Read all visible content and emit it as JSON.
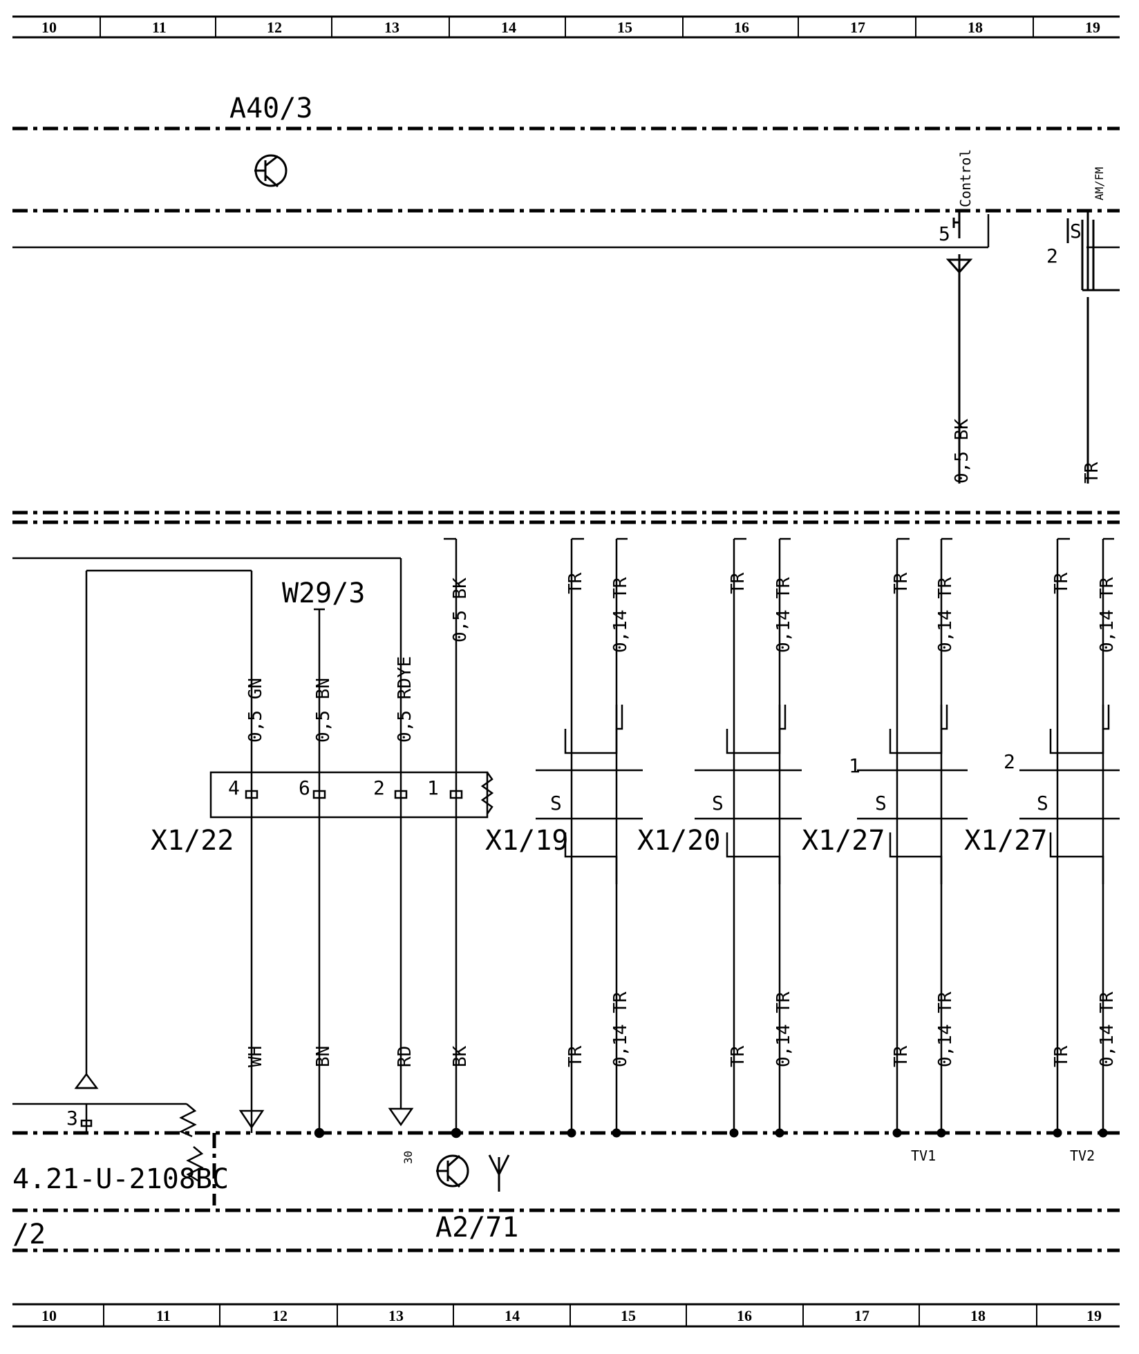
{
  "ruler_top": [
    "10",
    "11",
    "12",
    "13",
    "14",
    "15",
    "16",
    "17",
    "18",
    "19"
  ],
  "ruler_bottom": [
    "10",
    "11",
    "12",
    "13",
    "14",
    "15",
    "16",
    "17",
    "18",
    "19"
  ],
  "components": {
    "a40_3": "A40/3",
    "w29_3": "W29/3",
    "a2_71": "A2/71",
    "left_part": "4.21-U-2108BC",
    "left_ref": "/2"
  },
  "connectors": {
    "x1_22": "X1/22",
    "x1_19": "X1/19",
    "x1_20": "X1/20",
    "x1_27a": "X1/27",
    "x1_27b": "X1/27"
  },
  "labels": {
    "control": "Control",
    "amfm": "AM/FM",
    "tv1": "TV1",
    "tv2": "TV2",
    "pin30": "30",
    "shield": "S"
  },
  "pins": {
    "p5": "5",
    "p2_top": "2",
    "p4": "4",
    "p6": "6",
    "p2": "2",
    "p1": "1",
    "p3": "3",
    "pin_1": "1",
    "pin_2": "2"
  },
  "wires": {
    "top_bk": "0,5 BK",
    "top_tr": "TR",
    "gn": "0,5 GN",
    "bn": "0,5 BN",
    "rdye": "0,5 RDYE",
    "bk": "0,5 BK",
    "tr": "TR",
    "tr14": "0,14 TR",
    "wh": "WH",
    "bn_low": "BN",
    "rd_low": "RD",
    "bk_low": "BK"
  }
}
